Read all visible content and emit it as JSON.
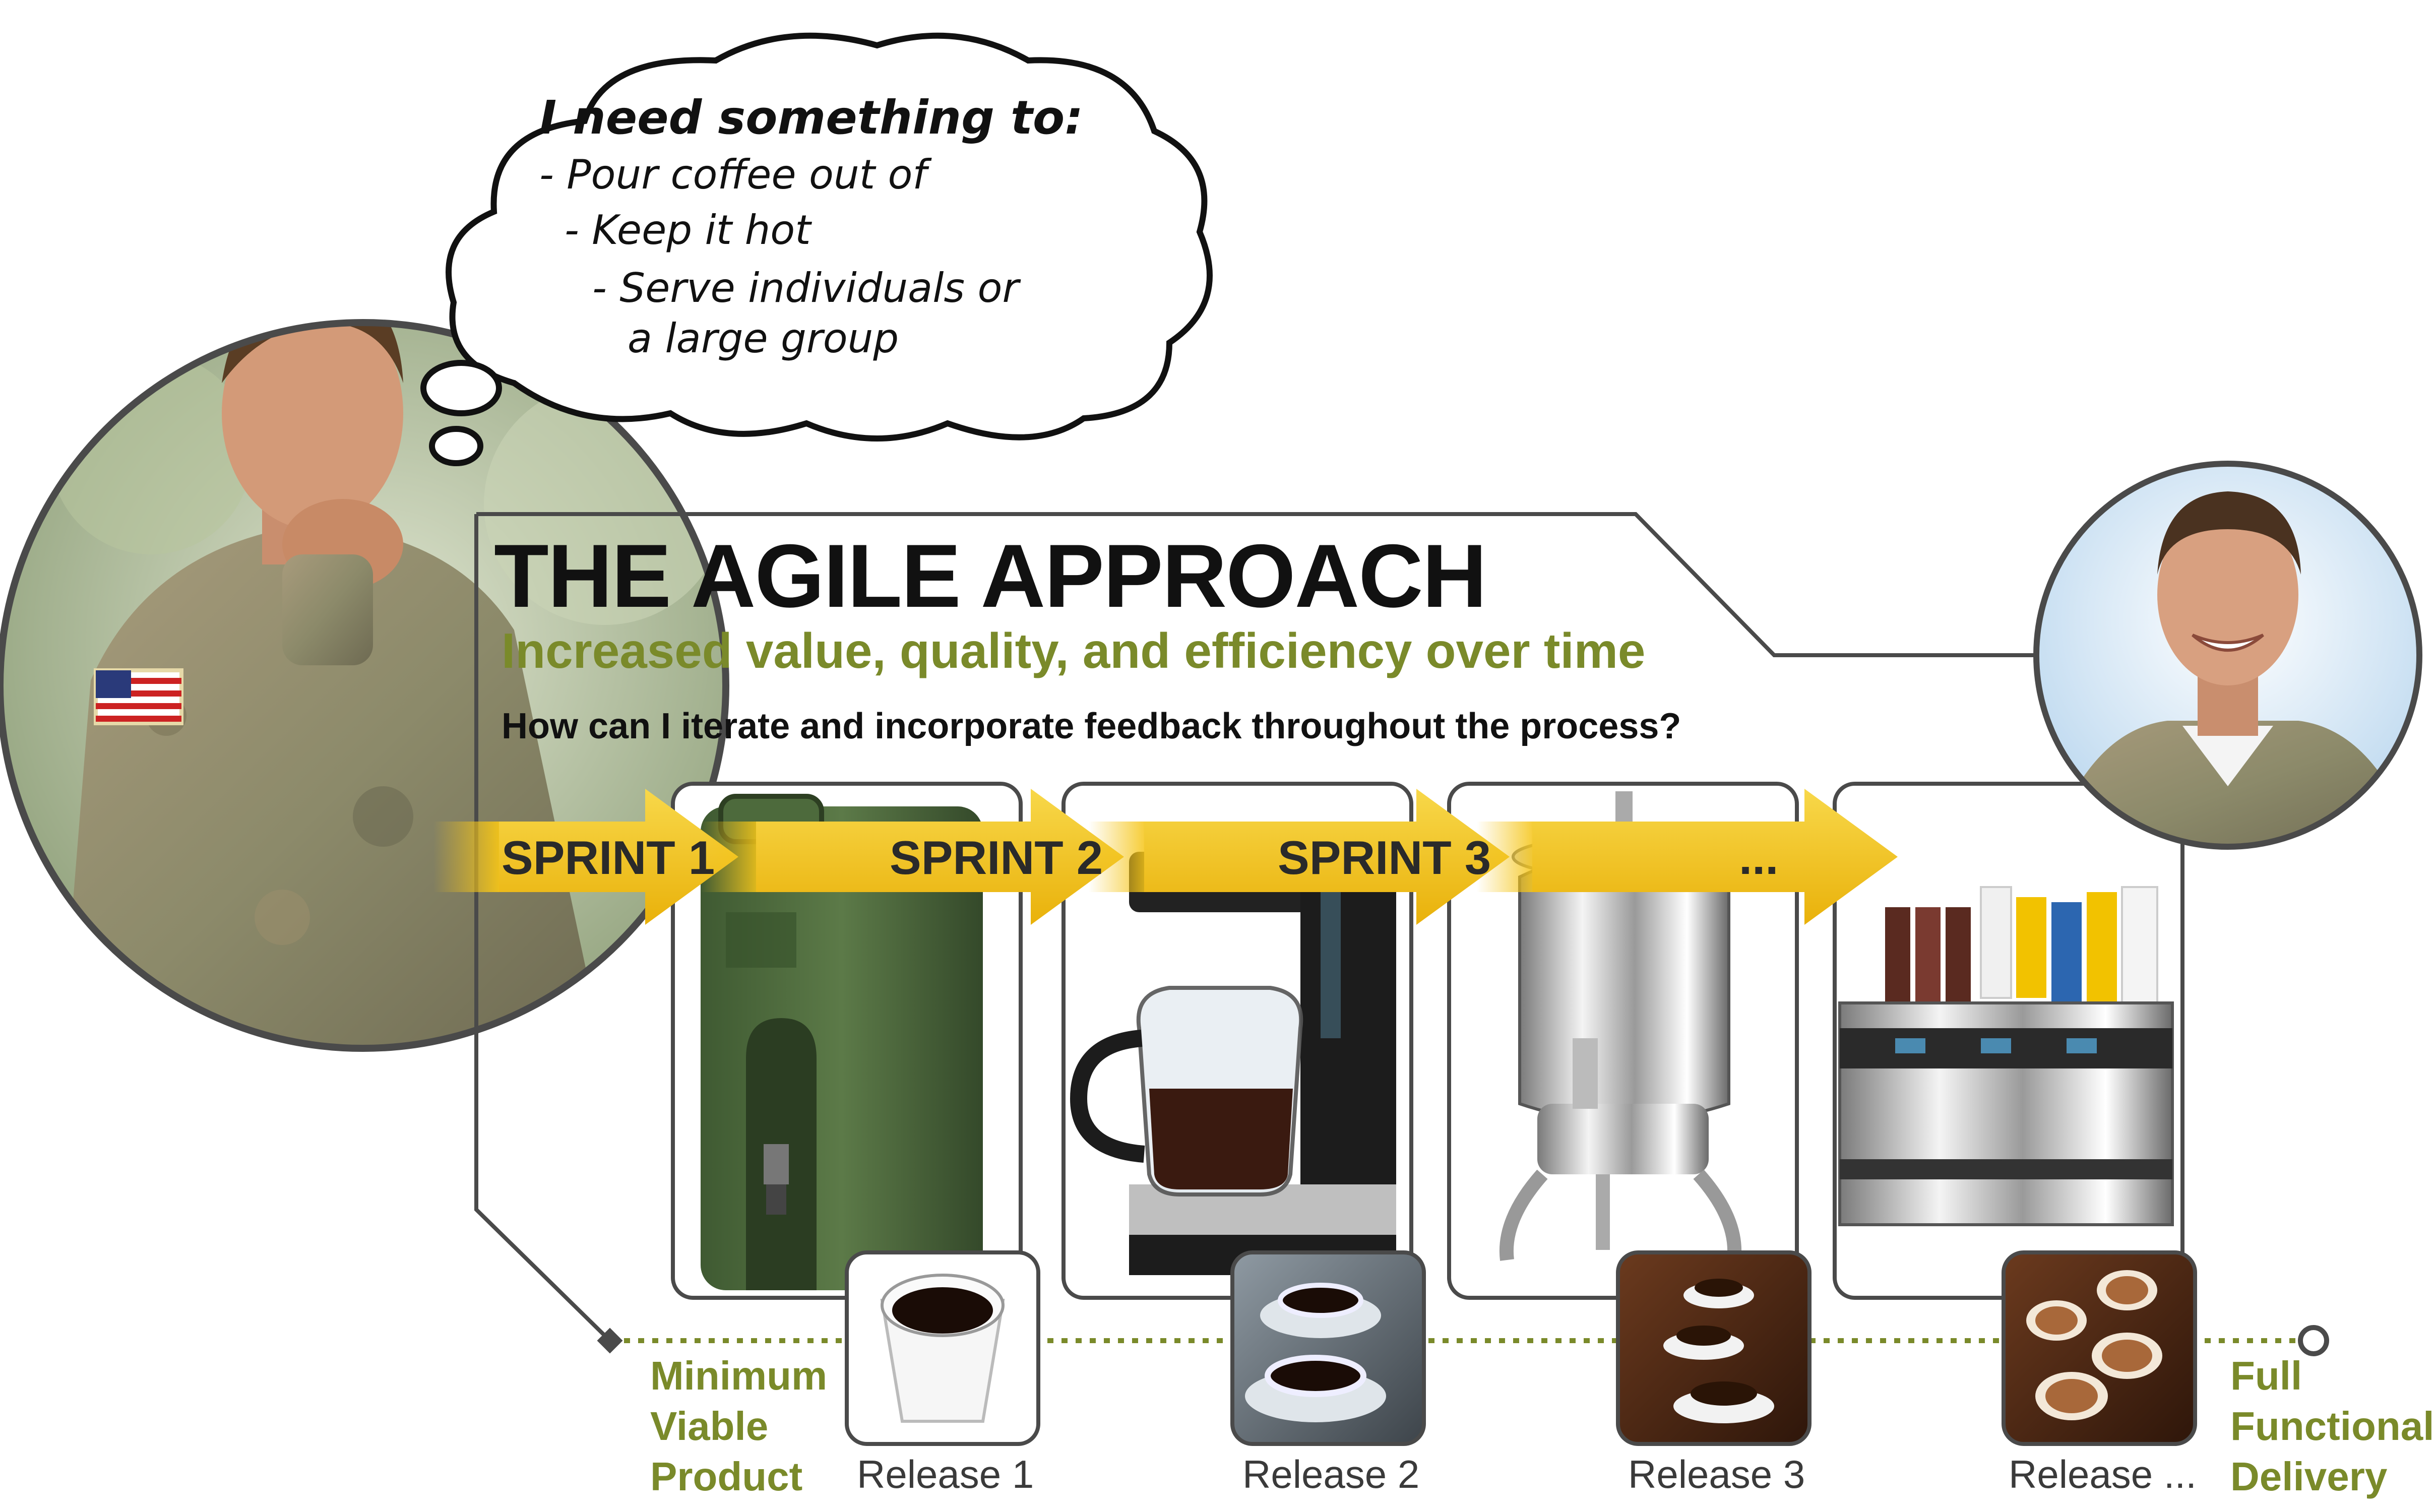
{
  "thought_bubble": {
    "heading": "I need something to:",
    "lines": [
      "- Pour coffee out of",
      "- Keep it hot",
      "- Serve individuals or",
      "a large group"
    ]
  },
  "header": {
    "title": "THE AGILE APPROACH",
    "subtitle": "Increased value, quality, and efficiency over time",
    "question": "How can I iterate and incorporate feedback throughout the process?"
  },
  "sprints": [
    {
      "label": "SPRINT 1"
    },
    {
      "label": "SPRINT 2"
    },
    {
      "label": "SPRINT 3"
    },
    {
      "label": "..."
    }
  ],
  "releases": [
    {
      "label": "Release 1"
    },
    {
      "label": "Release 2"
    },
    {
      "label": "Release 3"
    },
    {
      "label": "Release ..."
    }
  ],
  "timeline": {
    "start_label": [
      "Minimum",
      "Viable",
      "Product"
    ],
    "end_label": [
      "Full",
      "Functional",
      "Delivery"
    ]
  },
  "colors": {
    "olive": "#7a8a2a",
    "yellow": "#f5c518",
    "frame": "#4a4a4a",
    "text": "#111111"
  },
  "images": {
    "person_left": "thinking-soldier-photo",
    "person_right": "smiling-soldier-photo",
    "products": [
      "insulated-beverage-dispenser",
      "drip-coffee-maker",
      "stainless-coffee-urn",
      "espresso-machine"
    ],
    "cups": [
      "black-coffee-foam-cup",
      "two-coffee-cups-saucers",
      "stacked-espresso-cups",
      "latte-art-cups"
    ]
  }
}
